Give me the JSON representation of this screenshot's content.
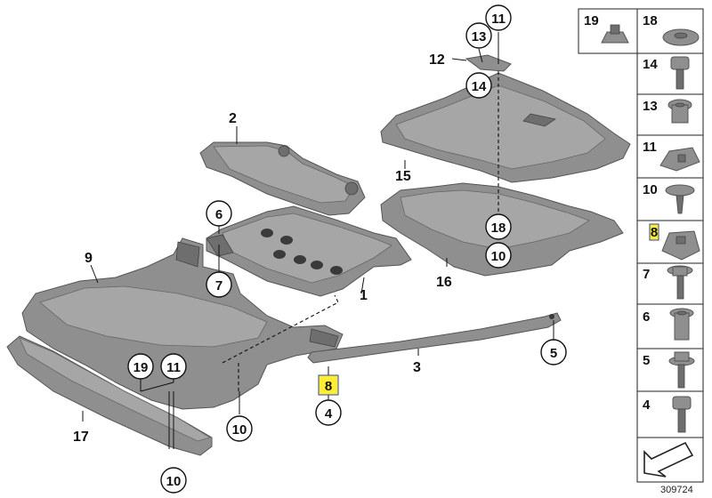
{
  "diagram": {
    "reference_number": "309724",
    "callouts": {
      "c1": "1",
      "c2": "2",
      "c3": "3",
      "c4": "4",
      "c5": "5",
      "c6": "6",
      "c7": "7",
      "c8": "8",
      "c9": "9",
      "c10a": "10",
      "c10b": "10",
      "c10c": "10",
      "c11a": "11",
      "c11b": "11",
      "c12": "12",
      "c13": "13",
      "c14": "14",
      "c15": "15",
      "c16": "16",
      "c17": "17",
      "c18": "18",
      "c19": "19"
    }
  },
  "parts_column": {
    "header_left": "19",
    "header_right": "18",
    "rows": [
      "14",
      "13",
      "11",
      "10",
      "8",
      "7",
      "6",
      "5",
      "4"
    ]
  },
  "colors": {
    "panel": "#8f8f8f",
    "highlight": "#ffee33"
  }
}
